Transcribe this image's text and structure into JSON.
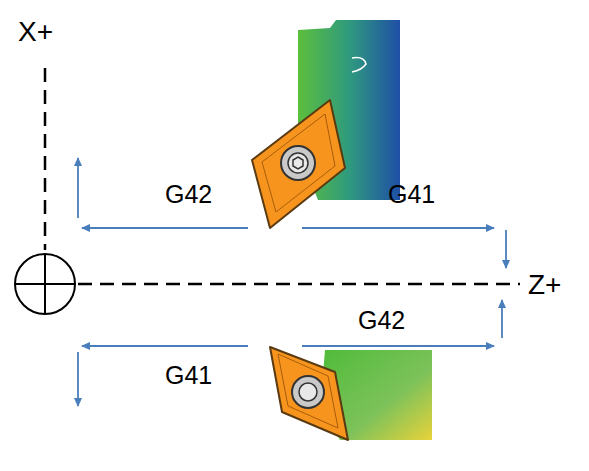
{
  "diagram": {
    "labels": [
      "X+",
      "G42",
      "G41",
      "Z+",
      "G42",
      "G41"
    ]
  }
}
